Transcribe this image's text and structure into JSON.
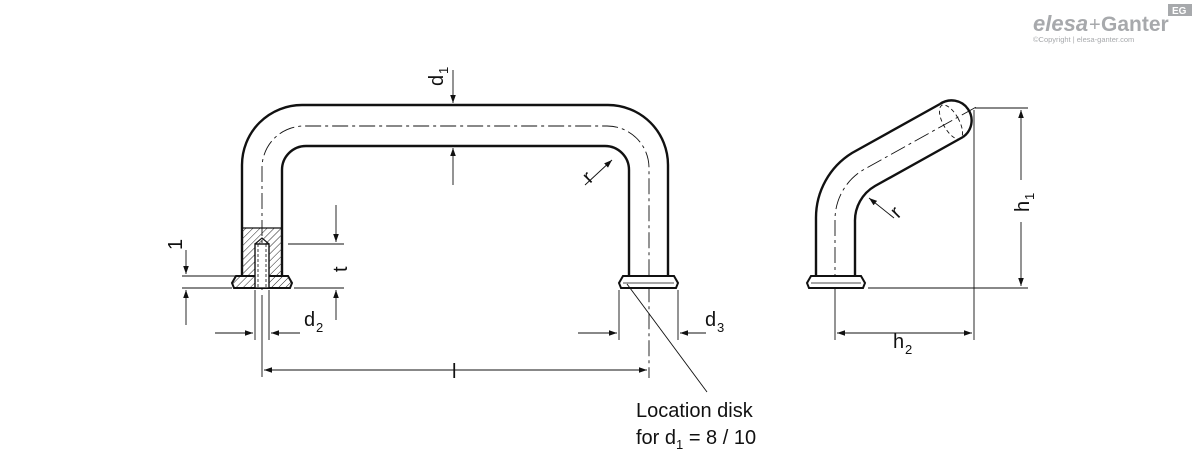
{
  "brand": {
    "name_left": "elesa",
    "plus": "+",
    "name_right": "Ganter",
    "badge": "EG",
    "copyright": "©Copyright | elesa-ganter.com"
  },
  "labels": {
    "d1": "d",
    "d1_sub": "1",
    "r_left": "r",
    "one": "1",
    "t": "t",
    "d2": "d",
    "d2_sub": "2",
    "d3": "d",
    "d3_sub": "3",
    "l": "l",
    "location_line1": "Location disk",
    "location_line2_pre": "for d",
    "location_line2_sub": "1",
    "location_line2_post": " = 8 / 10",
    "r_right": "r",
    "h1": "h",
    "h1_sub": "1",
    "h2": "h",
    "h2_sub": "2"
  }
}
